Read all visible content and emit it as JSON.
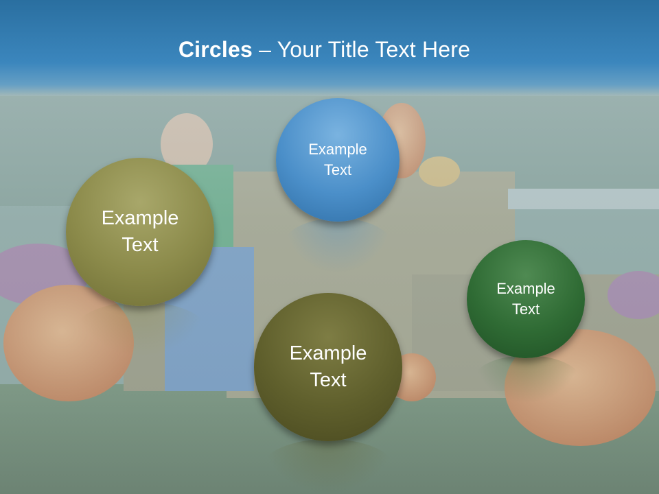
{
  "slide": {
    "title_bold": "Circles",
    "title_rest": " – Your Title Text Here"
  },
  "circles": [
    {
      "label": "Example\nText",
      "color": "#4b8fc9"
    },
    {
      "label": "Example\nText",
      "color": "#8b8a4a"
    },
    {
      "label": "Example\nText",
      "color": "#2f6b34"
    },
    {
      "label": "Example\nText",
      "color": "#5f5f2c"
    }
  ],
  "colors": {
    "header": "#3b86bd",
    "blue_circle": "#4b8fc9",
    "olive_circle": "#8b8a4a",
    "green_circle": "#2f6b34",
    "dark_olive_circle": "#5f5f2c"
  }
}
